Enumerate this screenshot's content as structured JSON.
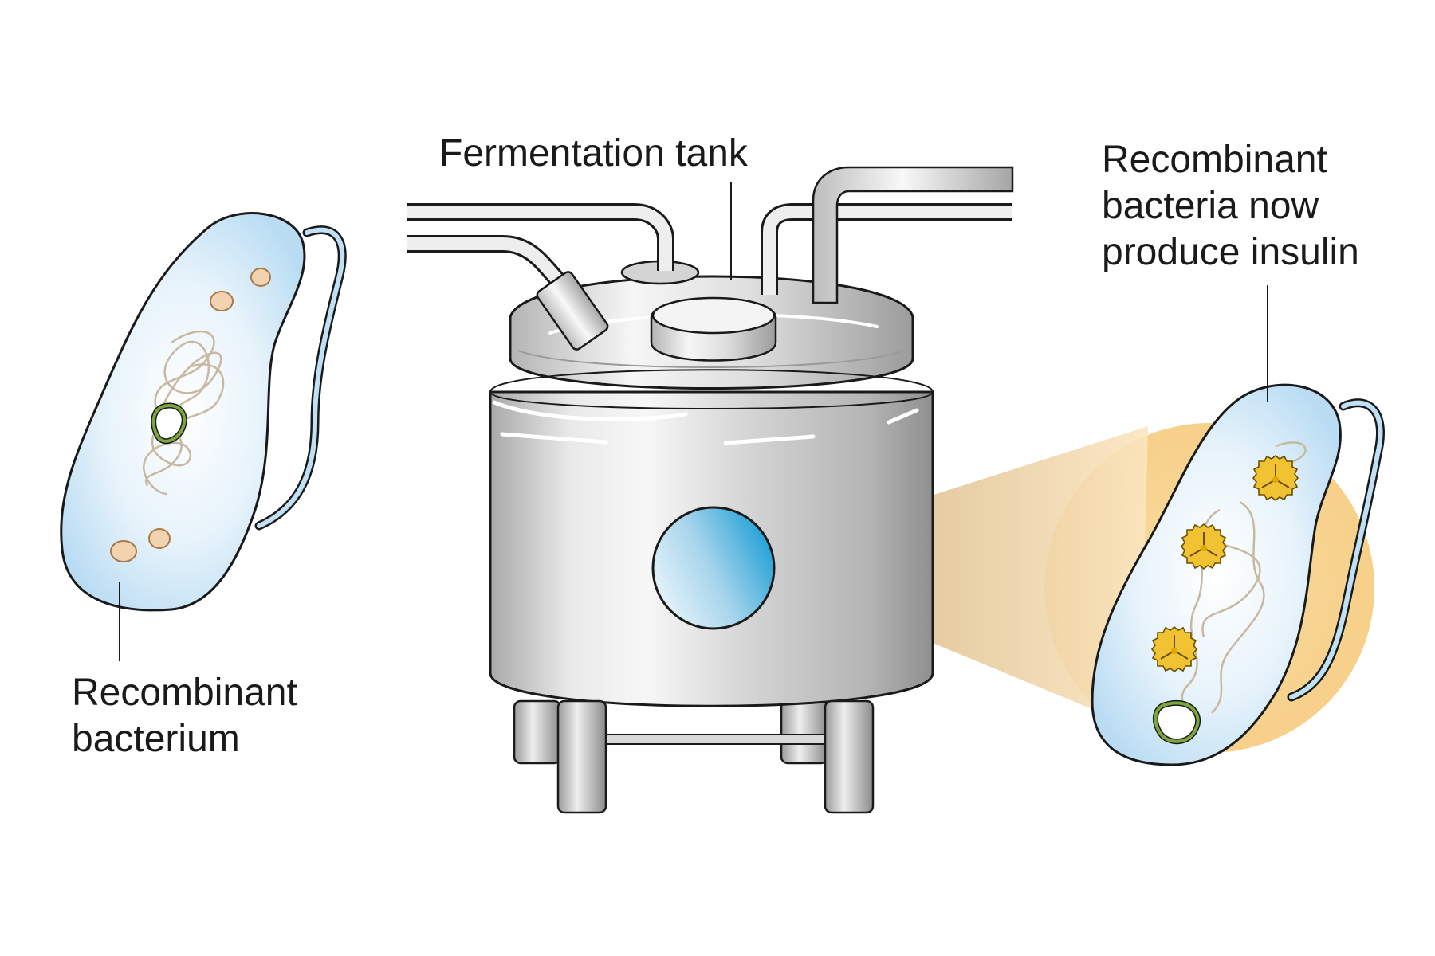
{
  "labels": {
    "tank": "Fermentation tank",
    "left_lines": [
      "Recombinant",
      "bacterium"
    ],
    "right_lines": [
      "Recombinant",
      "bacteria now",
      "produce insulin"
    ]
  },
  "colors": {
    "bacterium_fill": "#cfe6f6",
    "bacterium_outline": "#1a1a1a",
    "steel_light": "#f2f2f2",
    "steel_dark": "#9a9a9a",
    "window_blue": "#1f9fd6",
    "magnify_beam": "#f6d79a",
    "insulin_gold": "#f1c232",
    "plasmid_green": "#7aa83a",
    "dna_strand": "#c9b8a0",
    "granule": "#f3d2b0"
  },
  "icons": [
    "bacterium-icon",
    "flagellum-icon",
    "plasmid-icon",
    "insulin-granule-icon",
    "fermentation-tank-icon",
    "magnifier-beam-icon"
  ]
}
